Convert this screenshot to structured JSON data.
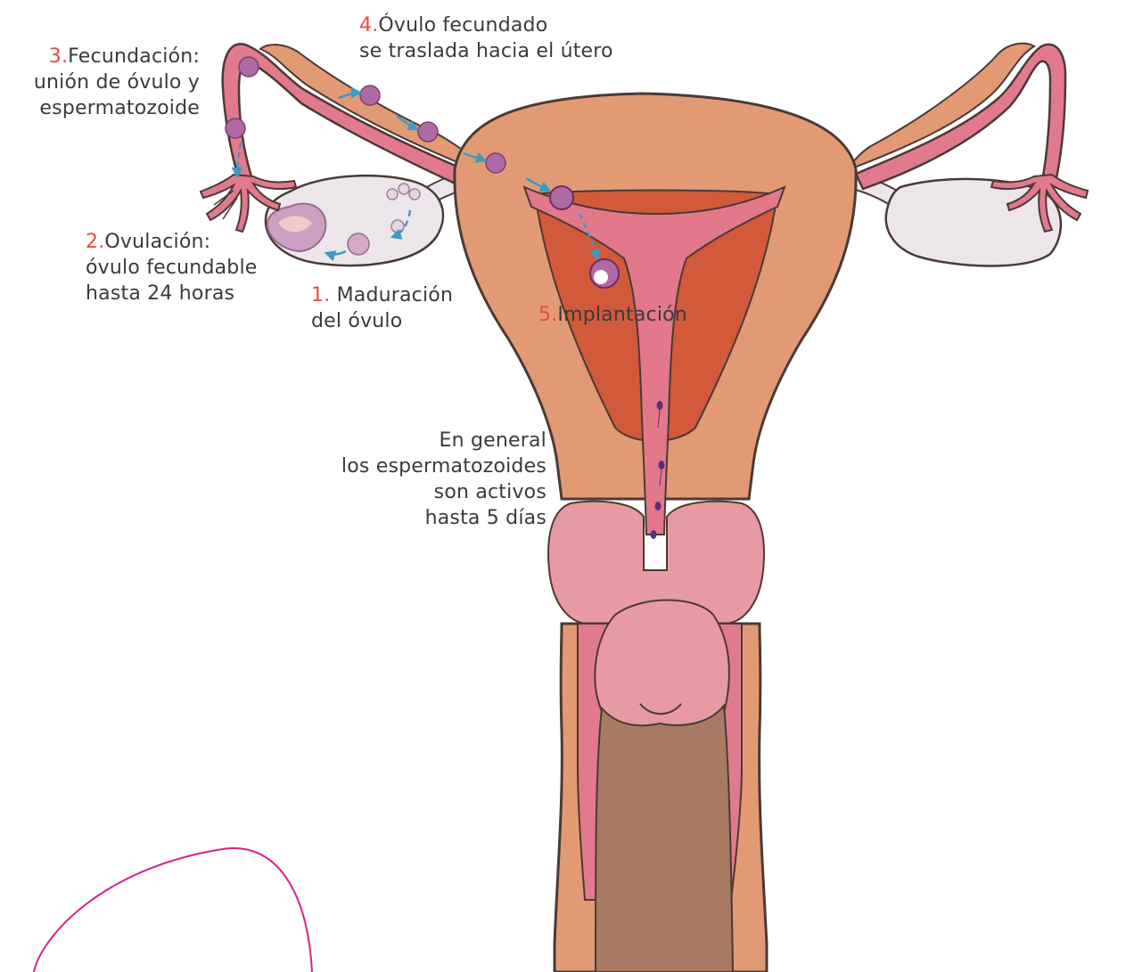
{
  "labels": {
    "step3": {
      "number": "3.",
      "lines": [
        "Fecundación:",
        "unión de óvulo y",
        "espermatozoide"
      ]
    },
    "step4": {
      "number": "4.",
      "lines": [
        "Óvulo fecundado",
        "se traslada hacia el útero"
      ]
    },
    "step2": {
      "number": "2.",
      "lines": [
        "Ovulación:",
        "óvulo fecundable",
        "hasta 24 horas"
      ]
    },
    "step1": {
      "number": "1.",
      "lines": [
        " Maduración",
        "del óvulo"
      ]
    },
    "step5": {
      "number": "5.",
      "lines": [
        "Implantación"
      ]
    },
    "sperm_note": {
      "lines": [
        "En general",
        "los espermatozoides",
        "son activos",
        "hasta 5 días"
      ]
    }
  },
  "colors": {
    "uterus_wall": "#e29a74",
    "outline": "#4a3a36",
    "endometrium": "#e2788a",
    "myometrium": "#d2593a",
    "ovary": "#ece6ea",
    "vagina_tube": "#e27a8d",
    "cervix": "#e89aa3",
    "penis": "#a87a63",
    "number_red": "#e84a3f",
    "flow_arrow": "#3a9bc4",
    "ovum": "#b06aa3",
    "annotation_pink": "#d4238a"
  },
  "icons": [
    "ovum-icon",
    "fertilized-ovum-icon",
    "embryo-icon",
    "sperm-icon",
    "flow-arrow-icon"
  ]
}
